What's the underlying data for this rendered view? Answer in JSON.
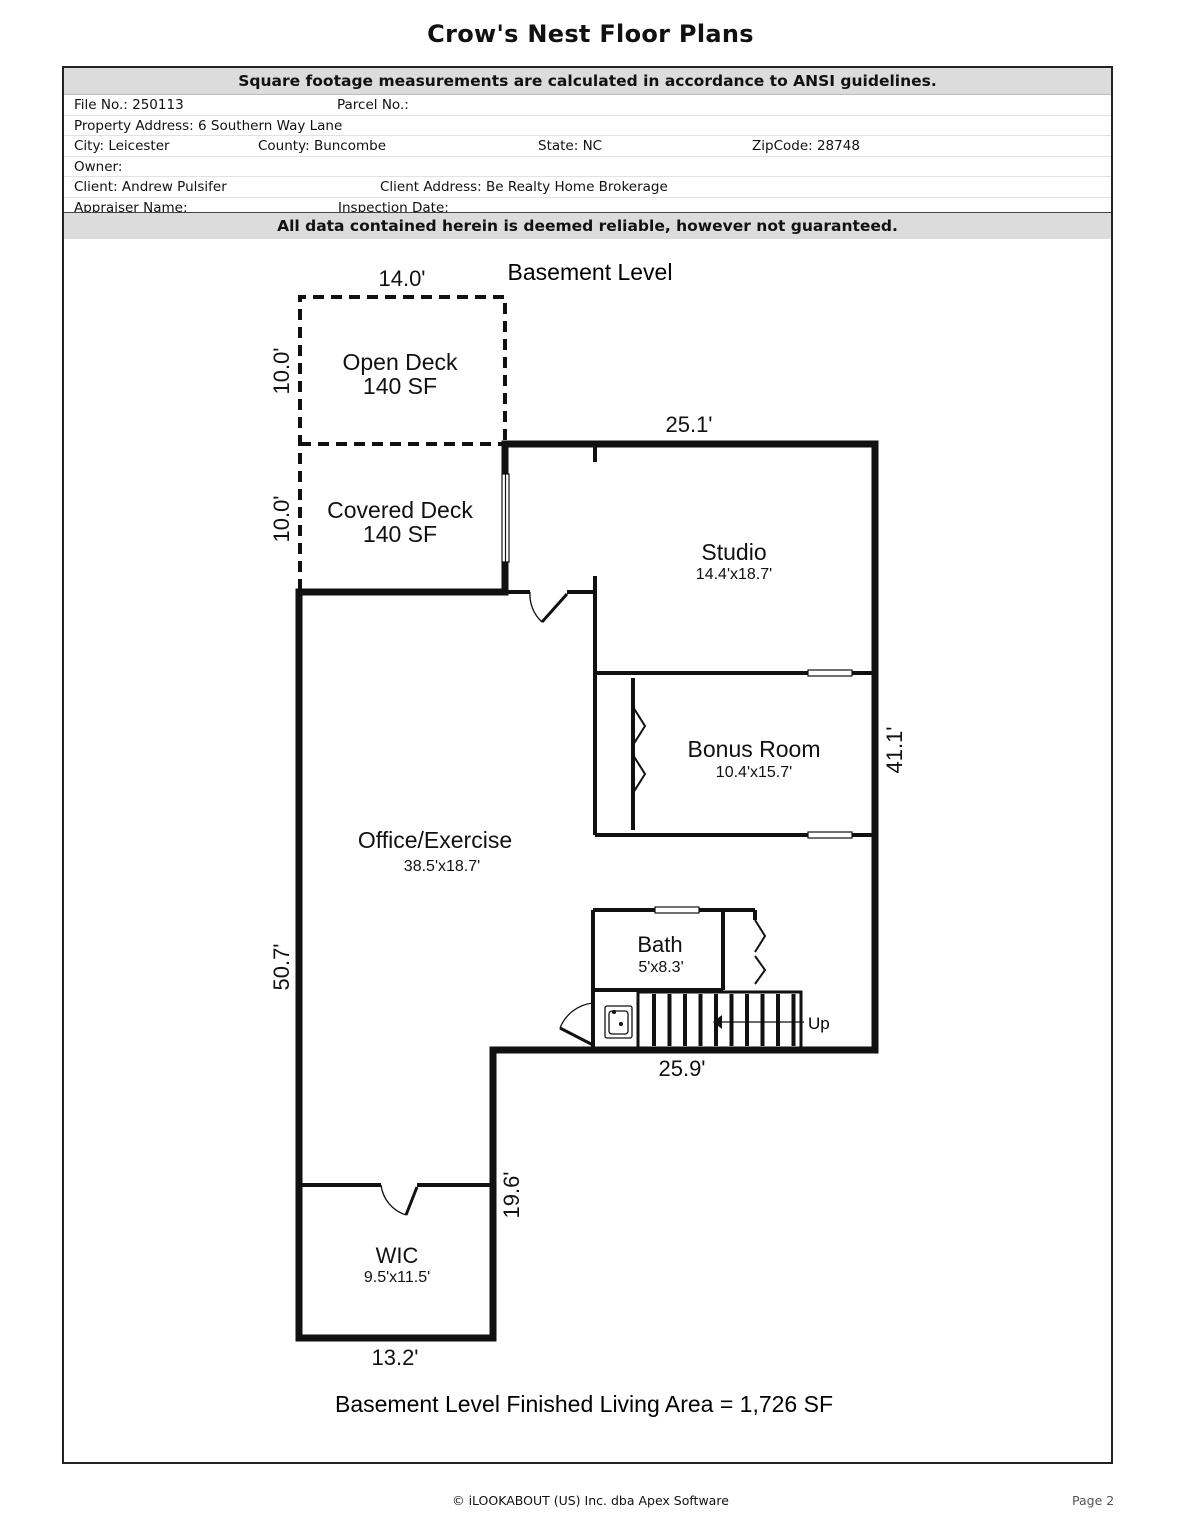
{
  "title": "Crow's Nest Floor Plans",
  "header": {
    "ansi_note": "Square footage measurements are calculated in accordance to ANSI guidelines.",
    "disclaimer": "All data contained herein is deemed reliable, however not guaranteed.",
    "file_no": "File No.: 250113",
    "parcel_no": "Parcel No.:",
    "property_address": "Property Address: 6 Southern Way Lane",
    "city": "City: Leicester",
    "county": "County: Buncombe",
    "state": "State: NC",
    "zipcode": "ZipCode: 28748",
    "owner": "Owner:",
    "client": "Client: Andrew Pulsifer",
    "client_address": "Client Address: Be Realty Home Brokerage",
    "appraiser": "Appraiser Name:",
    "inspection_date": "Inspection Date:"
  },
  "plan": {
    "level_label": "Basement Level",
    "rooms": {
      "open_deck": {
        "name": "Open Deck",
        "area": "140 SF"
      },
      "covered_deck": {
        "name": "Covered Deck",
        "area": "140 SF"
      },
      "studio": {
        "name": "Studio",
        "size": "14.4'x18.7'"
      },
      "bonus_room": {
        "name": "Bonus Room",
        "size": "10.4'x15.7'"
      },
      "office_exercise": {
        "name": "Office/Exercise",
        "size": "38.5'x18.7'"
      },
      "bath": {
        "name": "Bath",
        "size": "5'x8.3'"
      },
      "wic": {
        "name": "WIC",
        "size": "9.5'x11.5'"
      }
    },
    "dimensions": {
      "deck_width": "14.0'",
      "open_deck_depth": "10.0'",
      "covered_deck_depth": "10.0'",
      "top_width": "25.1'",
      "right_height": "41.1'",
      "left_height": "50.7'",
      "step_width": "25.9'",
      "lower_right_height": "19.6'",
      "bottom_width": "13.2'"
    },
    "stairs_label": "Up",
    "area_summary": "Basement Level Finished Living Area = 1,726 SF"
  },
  "footer": {
    "copyright": "© iLOOKABOUT (US) Inc. dba Apex Software",
    "page": "Page 2"
  }
}
